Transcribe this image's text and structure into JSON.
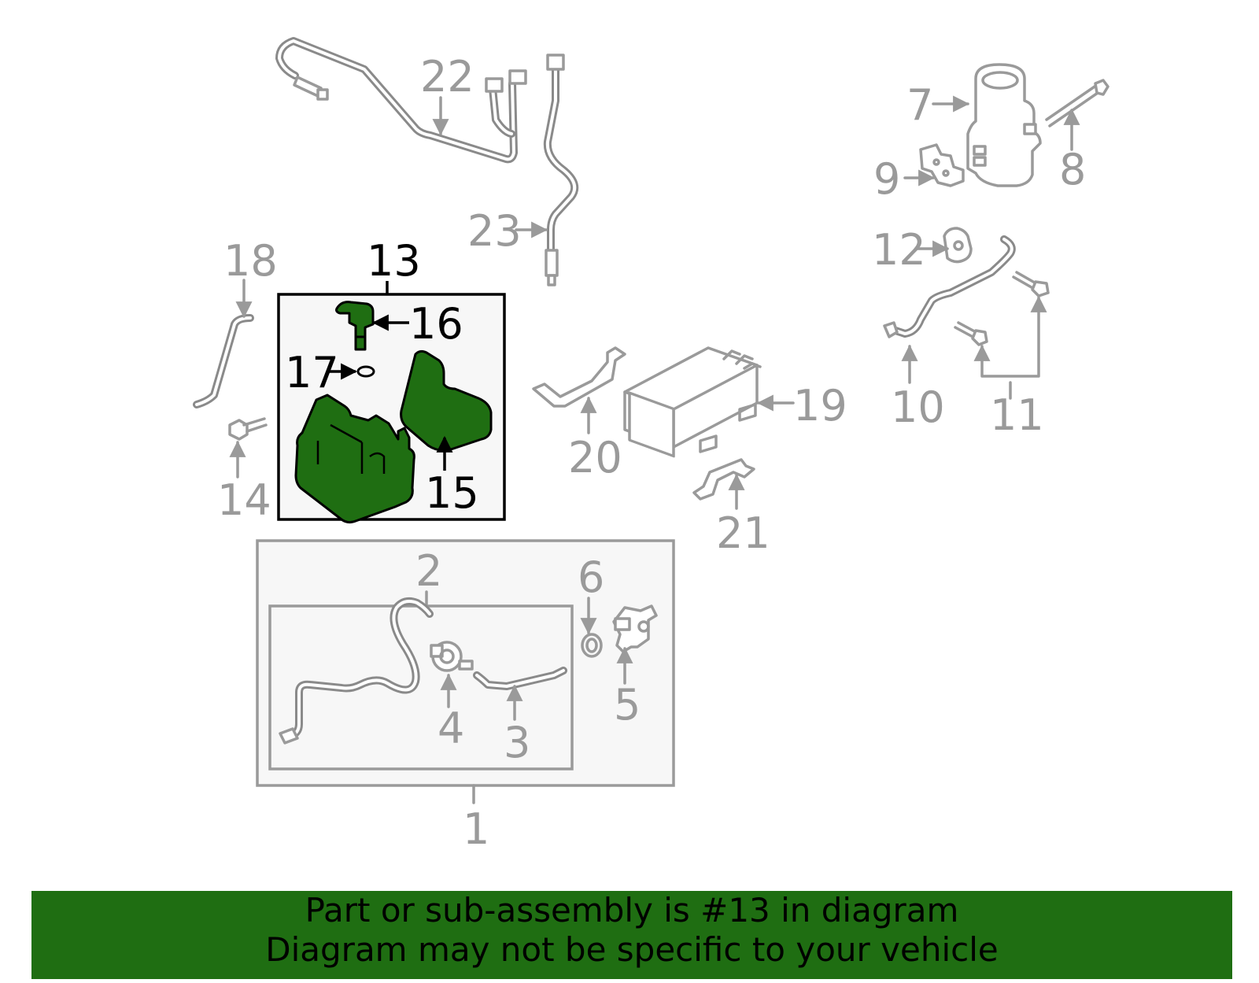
{
  "labels": {
    "n1": "1",
    "n2": "2",
    "n3": "3",
    "n4": "4",
    "n5": "5",
    "n6": "6",
    "n7": "7",
    "n8": "8",
    "n9": "9",
    "n10": "10",
    "n11": "11",
    "n12": "12",
    "n13": "13",
    "n14": "14",
    "n15": "15",
    "n16": "16",
    "n17": "17",
    "n18": "18",
    "n19": "19",
    "n20": "20",
    "n21": "21",
    "n22": "22",
    "n23": "23"
  },
  "banner": {
    "line1": "Part or sub-assembly is #13 in diagram",
    "line2": "Diagram may not be specific to your vehicle"
  },
  "colors": {
    "highlight": "#1f6e12",
    "part_grey": "#9a9a9a",
    "box_fill": "#f7f7f7"
  }
}
